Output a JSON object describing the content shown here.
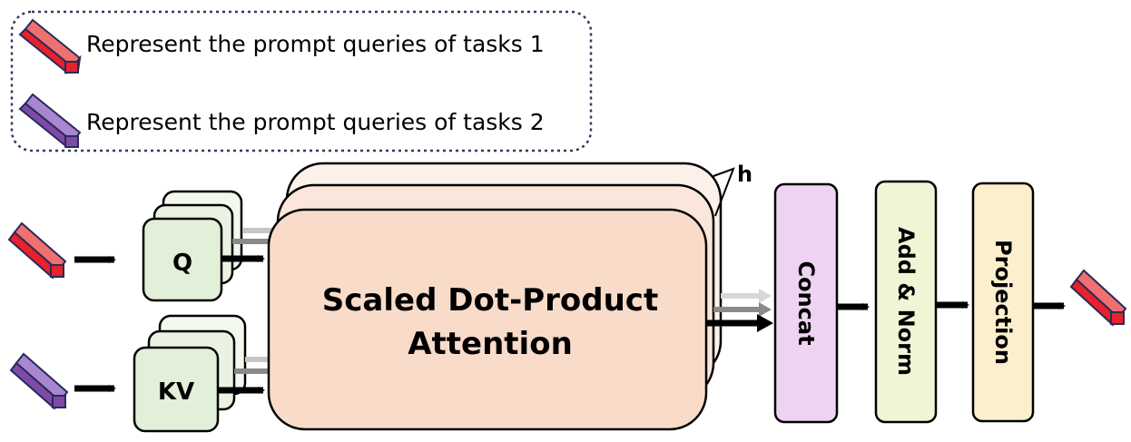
{
  "legend": {
    "items": [
      {
        "label": "Represent the prompt queries of tasks 1",
        "color": "#e8212b",
        "icon": "red-prompt-query-bar-icon"
      },
      {
        "label": "Represent the prompt queries of tasks 2",
        "color": "#7e4aa8",
        "icon": "purple-prompt-query-bar-icon"
      }
    ]
  },
  "diagram": {
    "heads_label": "h",
    "q_label": "Q",
    "kv_label": "KV",
    "attention_line1": "Scaled Dot-Product",
    "attention_line2": "Attention",
    "concat_label": "Concat",
    "addnorm_label": "Add & Norm",
    "projection_label": "Projection"
  },
  "colors": {
    "task1": "#e8212b",
    "task2": "#7e4aa8",
    "qkv_box": "#e2efd9",
    "attention": "#f8dcc9",
    "concat": "#efd3f2",
    "addnorm": "#f1f5d6",
    "projection": "#fcefcd"
  }
}
